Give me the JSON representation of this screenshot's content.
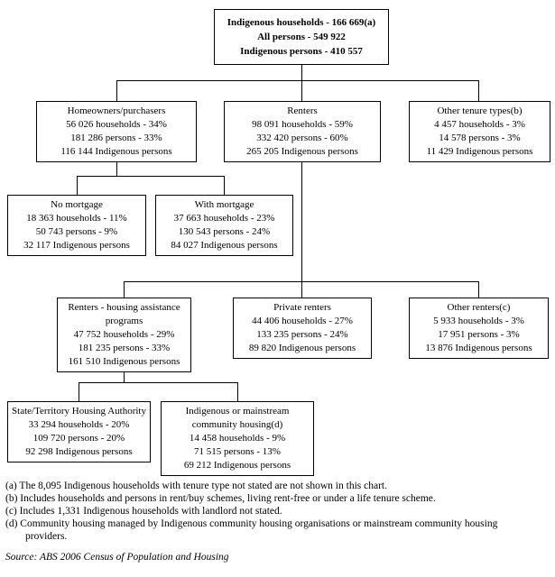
{
  "diagram": {
    "title": "Indigenous households by tenure type flowchart",
    "colors": {
      "border": "#000000",
      "background": "#ffffff",
      "text": "#000000"
    },
    "nodes": [
      {
        "id": "root",
        "title": "Indigenous households - 166 669(a)",
        "rows": [
          "All persons - 549 922",
          "Indigenous persons - 410 557"
        ]
      },
      {
        "id": "homeowners",
        "title": "Homeowners/purchasers",
        "rows": [
          "56 026 households - 34%",
          "181 286 persons - 33%",
          "116 144 Indigenous persons"
        ]
      },
      {
        "id": "renters",
        "title": "Renters",
        "rows": [
          "98 091 households - 59%",
          "332 420 persons - 60%",
          "265 205 Indigenous persons"
        ]
      },
      {
        "id": "other-tenure-types",
        "title": "Other tenure types(b)",
        "rows": [
          "4 457 households - 3%",
          "14 578 persons - 3%",
          "11 429 Indigenous persons"
        ]
      },
      {
        "id": "no-mortgage",
        "title": "No mortgage",
        "rows": [
          "18 363 households - 11%",
          "50 743 persons - 9%",
          "32 117 Indigenous persons"
        ]
      },
      {
        "id": "with-mortgage",
        "title": "With mortgage",
        "rows": [
          "37 663 households - 23%",
          "130 543 persons - 24%",
          "84 027 Indigenous persons"
        ]
      },
      {
        "id": "renters-housing-assistance",
        "title": "Renters - housing assistance programs",
        "rows": [
          "47 752 households - 29%",
          "181 235 persons - 33%",
          "161 510 Indigenous persons"
        ]
      },
      {
        "id": "private-renters",
        "title": "Private renters",
        "rows": [
          "44 406 households - 27%",
          "133 235 persons - 24%",
          "89 820 Indigenous persons"
        ]
      },
      {
        "id": "other-renters",
        "title": "Other renters(c)",
        "rows": [
          "5 933 households - 3%",
          "17 951 persons - 3%",
          "13 876 Indigenous persons"
        ]
      },
      {
        "id": "state-territory-housing-authority",
        "title": "State/Territory Housing Authority",
        "rows": [
          "33 294 households - 20%",
          "109 720 persons - 20%",
          "92 298 Indigenous persons"
        ]
      },
      {
        "id": "community-housing",
        "title": "Indigenous or mainstream community housing(d)",
        "rows": [
          "14 458 households - 9%",
          "71 515 persons - 13%",
          "69 212 Indigenous persons"
        ]
      }
    ]
  },
  "footnotes": [
    "(a) The 8,095 Indigenous households with tenure type not stated are not shown in this chart.",
    "(b) Includes households and persons in rent/buy schemes, living rent-free or under a life tenure scheme.",
    "(c) Includes 1,331 Indigenous households with landlord not stated.",
    "(d) Community housing managed by Indigenous community housing organisations or mainstream community housing providers."
  ],
  "source": "Source: ABS 2006 Census of Population and Housing"
}
